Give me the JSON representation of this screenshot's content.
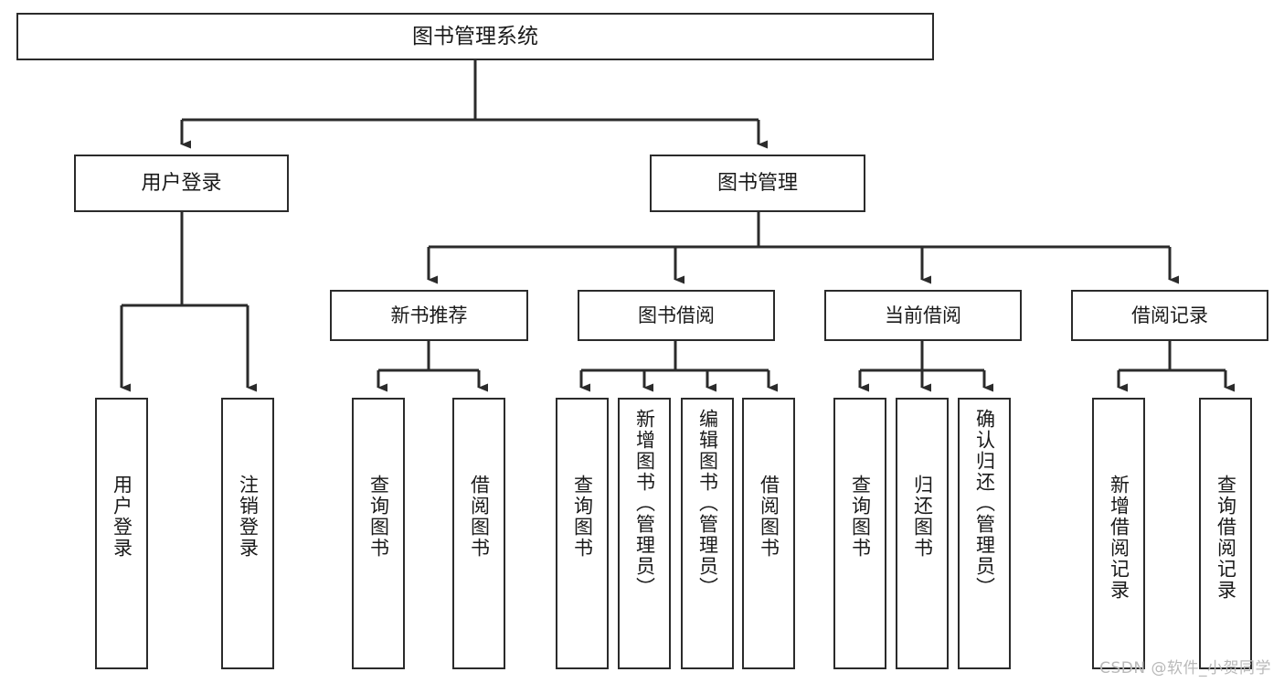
{
  "diagram": {
    "title": "图书管理系统",
    "type": "功能结构图",
    "colors": {
      "box_border": "#2b2b2b",
      "box_fill": "#ffffff",
      "edge": "#2b2b2b",
      "text": "#1a1a1a",
      "watermark": "#b9b9b9",
      "background": "#ffffff"
    },
    "watermark": "CSDN @软件_小贺同学",
    "levels": {
      "root": {
        "label": "图书管理系统"
      },
      "level2": [
        {
          "label": "用户登录"
        },
        {
          "label": "图书管理"
        }
      ],
      "level3": [
        {
          "label": "新书推荐"
        },
        {
          "label": "图书借阅"
        },
        {
          "label": "当前借阅"
        },
        {
          "label": "借阅记录"
        }
      ],
      "leaves": {
        "user_login": [
          {
            "label": "用户登录"
          },
          {
            "label": "注销登录"
          }
        ],
        "new_book_recommend": [
          {
            "label": "查询图书"
          },
          {
            "label": "借阅图书"
          }
        ],
        "book_borrow": [
          {
            "label": "查询图书"
          },
          {
            "label": "新增图书（管理员）"
          },
          {
            "label": "编辑图书（管理员）"
          },
          {
            "label": "借阅图书"
          }
        ],
        "current_borrow": [
          {
            "label": "查询图书"
          },
          {
            "label": "归还图书"
          },
          {
            "label": "确认归还（管理员）"
          }
        ],
        "borrow_record": [
          {
            "label": "新增借阅记录"
          },
          {
            "label": "查询借阅记录"
          }
        ]
      }
    }
  }
}
